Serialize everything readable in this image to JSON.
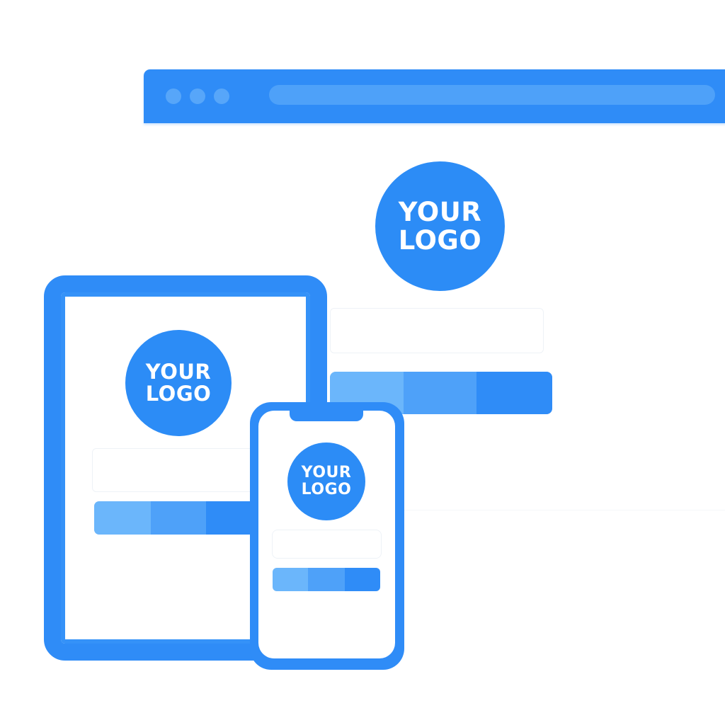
{
  "theme": {
    "primary": "#2f8cf7",
    "logo_fill": "#2c8cf6",
    "segment_colors": [
      "#6bb6fb",
      "#4ea1f9",
      "#2f8cf7"
    ],
    "background": "#ffffff"
  },
  "browser": {
    "window_controls": [
      "dot",
      "dot",
      "dot"
    ],
    "address_bar_icon": "address-bar",
    "logo": {
      "line1": "YOUR",
      "line2": "LOGO"
    }
  },
  "tablet": {
    "logo": {
      "line1": "YOUR",
      "line2": "LOGO"
    }
  },
  "phone": {
    "logo": {
      "line1": "YOUR",
      "line2": "LOGO"
    }
  }
}
